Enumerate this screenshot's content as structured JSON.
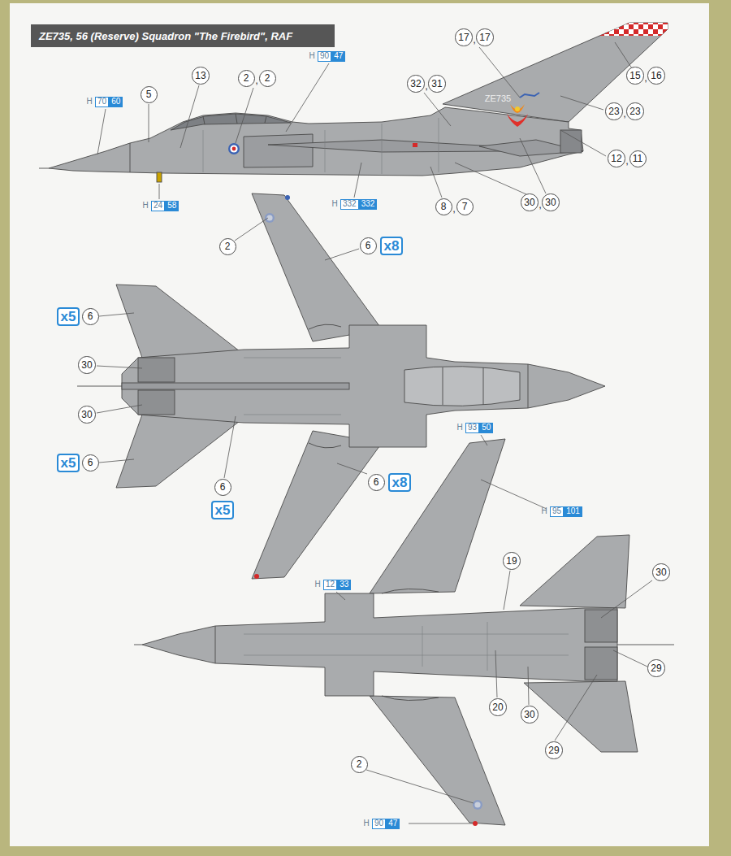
{
  "diagram": {
    "title": "ZE735, 56 (Reserve) Squadron \"The Firebird\", RAF",
    "nodes": [
      {
        "text": [
          "70"
        ]
      },
      {
        "text": [
          "60"
        ]
      },
      {
        "text": [
          "5"
        ]
      },
      {
        "text": [
          "13"
        ]
      },
      {
        "text": [
          "2"
        ]
      },
      {
        "text": [
          "2"
        ]
      },
      {
        "text": [
          "90"
        ]
      },
      {
        "text": [
          "47"
        ]
      },
      {
        "text": [
          "32"
        ]
      },
      {
        "text": [
          "31"
        ]
      },
      {
        "text": [
          "17"
        ]
      },
      {
        "text": [
          "17"
        ]
      },
      {
        "text": [
          "15"
        ]
      },
      {
        "text": [
          "16"
        ]
      },
      {
        "text": [
          "23"
        ]
      },
      {
        "text": [
          "23"
        ]
      },
      {
        "text": [
          "12"
        ]
      },
      {
        "text": [
          "11"
        ]
      },
      {
        "text": [
          "30"
        ]
      },
      {
        "text": [
          "30"
        ]
      },
      {
        "text": [
          "8"
        ]
      },
      {
        "text": [
          "7"
        ]
      },
      {
        "text": [
          "332"
        ]
      },
      {
        "text": [
          "332"
        ]
      },
      {
        "text": [
          "24"
        ]
      },
      {
        "text": [
          "58"
        ]
      },
      {
        "text": [
          "2"
        ]
      },
      {
        "text": [
          "6"
        ]
      },
      {
        "text": [
          "x8"
        ]
      },
      {
        "text": [
          "x5"
        ]
      },
      {
        "text": [
          "6"
        ]
      },
      {
        "text": [
          "30"
        ]
      },
      {
        "text": [
          "30"
        ]
      },
      {
        "text": [
          "x5"
        ]
      },
      {
        "text": [
          "6"
        ]
      },
      {
        "text": [
          "6"
        ]
      },
      {
        "text": [
          "x5"
        ]
      },
      {
        "text": [
          "6"
        ]
      },
      {
        "text": [
          "x8"
        ]
      },
      {
        "text": [
          "93"
        ]
      },
      {
        "text": [
          "50"
        ]
      },
      {
        "text": [
          "95"
        ]
      },
      {
        "text": [
          "101"
        ]
      },
      {
        "text": [
          "12"
        ]
      },
      {
        "text": [
          "33"
        ]
      },
      {
        "text": [
          "19"
        ]
      },
      {
        "text": [
          "30"
        ]
      },
      {
        "text": [
          "29"
        ]
      },
      {
        "text": [
          "20"
        ]
      },
      {
        "text": [
          "30"
        ]
      },
      {
        "text": [
          "29"
        ]
      },
      {
        "text": [
          "2"
        ]
      },
      {
        "text": [
          "90"
        ]
      },
      {
        "text": [
          "47"
        ]
      }
    ],
    "labels": [
      "H",
      "H",
      ",",
      ",",
      ",",
      ",",
      ",",
      ",",
      ",",
      ",",
      "H",
      "H",
      "ZE735",
      "H",
      "H",
      "H",
      "H"
    ]
  }
}
